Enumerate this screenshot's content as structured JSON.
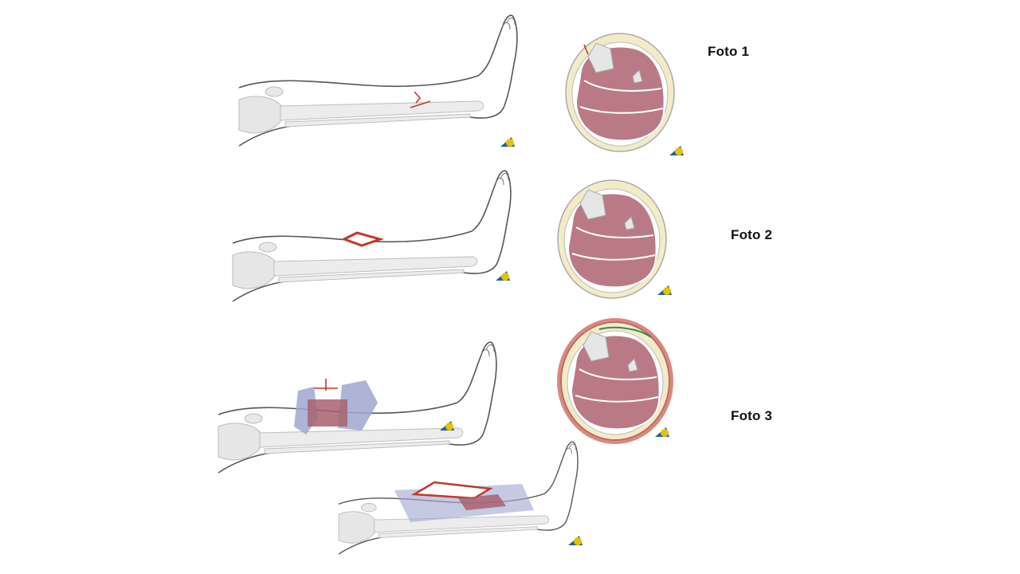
{
  "labels": {
    "foto1": "Foto 1",
    "foto2": "Foto 2",
    "foto3": "Foto 3"
  },
  "colors": {
    "skin_outline": "#555555",
    "bone": "#e6e6e6",
    "muscle": "#b97a86",
    "muscle_dark": "#a86270",
    "fat": "#f3ebc8",
    "fracture": "#c0392b",
    "hematoma": "#9fa7cf",
    "logo_blue": "#1f5fa8",
    "logo_yellow": "#e6c200"
  },
  "icons": [
    "leg-lateral-illustration",
    "leg-cross-section-illustration",
    "logo-icon"
  ]
}
